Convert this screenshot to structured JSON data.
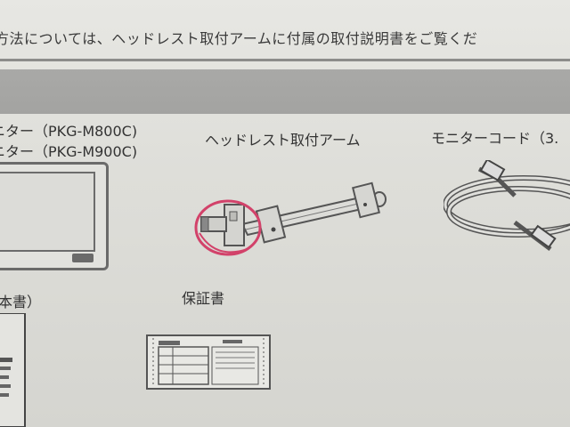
{
  "instruction_text": "方法については、ヘッドレスト取付アームに付属の取付説明書をご覧くだ",
  "items": {
    "monitor_1": "ニター（PKG-M800C)",
    "monitor_2": "ニター（PKG-M900C)",
    "arm": "ヘッドレスト取付アーム",
    "cord": "モニターコード（3.",
    "manual": "本書）",
    "warranty": "保証書"
  }
}
